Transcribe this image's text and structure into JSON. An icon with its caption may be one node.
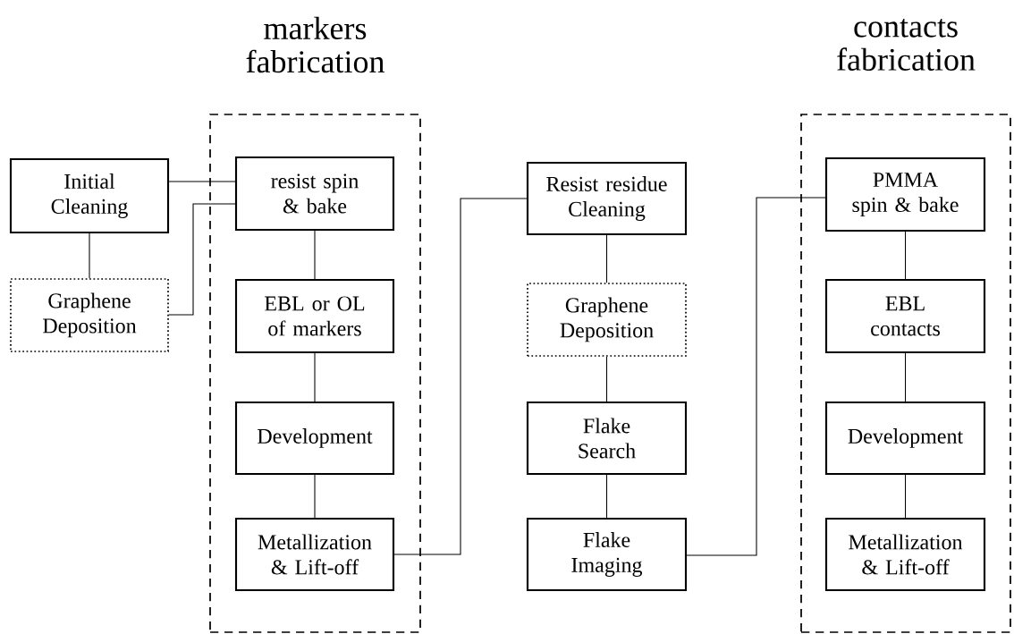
{
  "diagram": {
    "nodes": [
      {
        "text": [
          "Initial Cleaning"
        ]
      },
      {
        "text": [
          "Graphene Deposition"
        ]
      },
      {
        "text": [
          "markers fabrication"
        ]
      },
      {
        "text": [
          "resist spin & bake"
        ],
        "in": 2
      },
      {
        "text": [
          "EBL or OL of markers"
        ],
        "in": 2
      },
      {
        "text": [
          "Development"
        ],
        "in": 2
      },
      {
        "text": [
          "Metallization & Lift-off"
        ],
        "in": 2
      },
      {
        "text": [
          "Resist residue Cleaning"
        ]
      },
      {
        "text": [
          "Graphene Deposition"
        ]
      },
      {
        "text": [
          "Flake Search"
        ]
      },
      {
        "text": [
          "Flake Imaging"
        ]
      },
      {
        "text": [
          "contacts fabrication"
        ]
      },
      {
        "text": [
          "PMMA spin & bake"
        ],
        "in": 11
      },
      {
        "text": [
          "EBL contacts"
        ],
        "in": 11
      },
      {
        "text": [
          "Development"
        ],
        "in": 11
      },
      {
        "text": [
          "Metallization & Lift-off"
        ],
        "in": 11
      }
    ],
    "edges": [
      {
        "from": 0,
        "to": 3,
        "arrow": "none"
      },
      {
        "from": 0,
        "to": 1,
        "arrow": "none"
      },
      {
        "from": 1,
        "to": 3,
        "arrow": "none"
      },
      {
        "from": 3,
        "to": 4,
        "arrow": "none"
      },
      {
        "from": 4,
        "to": 5,
        "arrow": "none"
      },
      {
        "from": 5,
        "to": 6,
        "arrow": "none"
      },
      {
        "from": 6,
        "to": 7,
        "arrow": "none"
      },
      {
        "from": 7,
        "to": 8,
        "arrow": "none"
      },
      {
        "from": 8,
        "to": 9,
        "arrow": "none"
      },
      {
        "from": 9,
        "to": 10,
        "arrow": "none"
      },
      {
        "from": 10,
        "to": 12,
        "arrow": "none"
      },
      {
        "from": 12,
        "to": 13,
        "arrow": "none"
      },
      {
        "from": 13,
        "to": 14,
        "arrow": "none"
      },
      {
        "from": 14,
        "to": 15,
        "arrow": "none"
      }
    ]
  }
}
